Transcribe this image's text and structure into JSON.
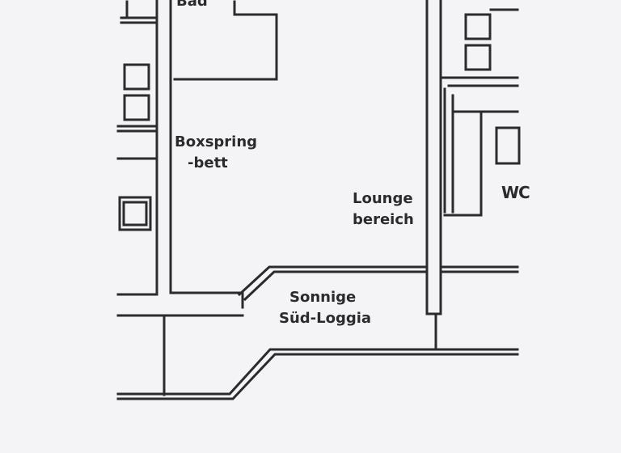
{
  "floor_plan": {
    "colors": {
      "background": "#f4f4f6",
      "ink": "#2b2b2f"
    },
    "rooms": {
      "bath": {
        "label": "Bad"
      },
      "bedroom": {
        "line1": "Boxspring",
        "line2": "-bett"
      },
      "lounge": {
        "line1": "Lounge",
        "line2": "bereich"
      },
      "loggia": {
        "line1": "Sonnige",
        "line2": "Süd-Loggia"
      },
      "wc": {
        "label": "WC"
      }
    }
  }
}
